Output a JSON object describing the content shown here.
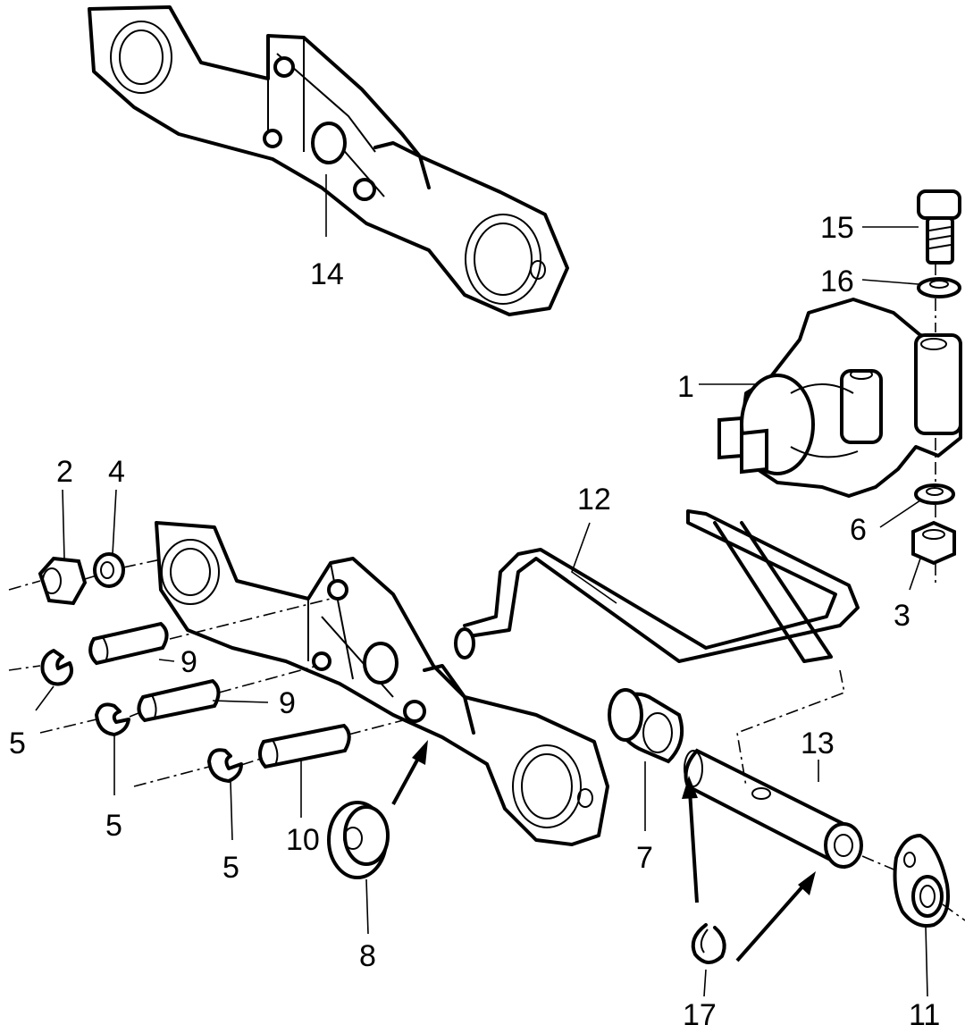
{
  "callouts": [
    {
      "id": "14",
      "text": "14"
    },
    {
      "id": "15",
      "text": "15"
    },
    {
      "id": "16",
      "text": "16"
    },
    {
      "id": "1",
      "text": "1"
    },
    {
      "id": "2",
      "text": "2"
    },
    {
      "id": "4",
      "text": "4"
    },
    {
      "id": "12",
      "text": "12"
    },
    {
      "id": "6",
      "text": "6"
    },
    {
      "id": "3",
      "text": "3"
    },
    {
      "id": "9a",
      "text": "9"
    },
    {
      "id": "9b",
      "text": "9"
    },
    {
      "id": "5a",
      "text": "5"
    },
    {
      "id": "5b",
      "text": "5"
    },
    {
      "id": "5c",
      "text": "5"
    },
    {
      "id": "10",
      "text": "10"
    },
    {
      "id": "13",
      "text": "13"
    },
    {
      "id": "7",
      "text": "7"
    },
    {
      "id": "8",
      "text": "8"
    },
    {
      "id": "17",
      "text": "17"
    },
    {
      "id": "11",
      "text": "11"
    }
  ]
}
